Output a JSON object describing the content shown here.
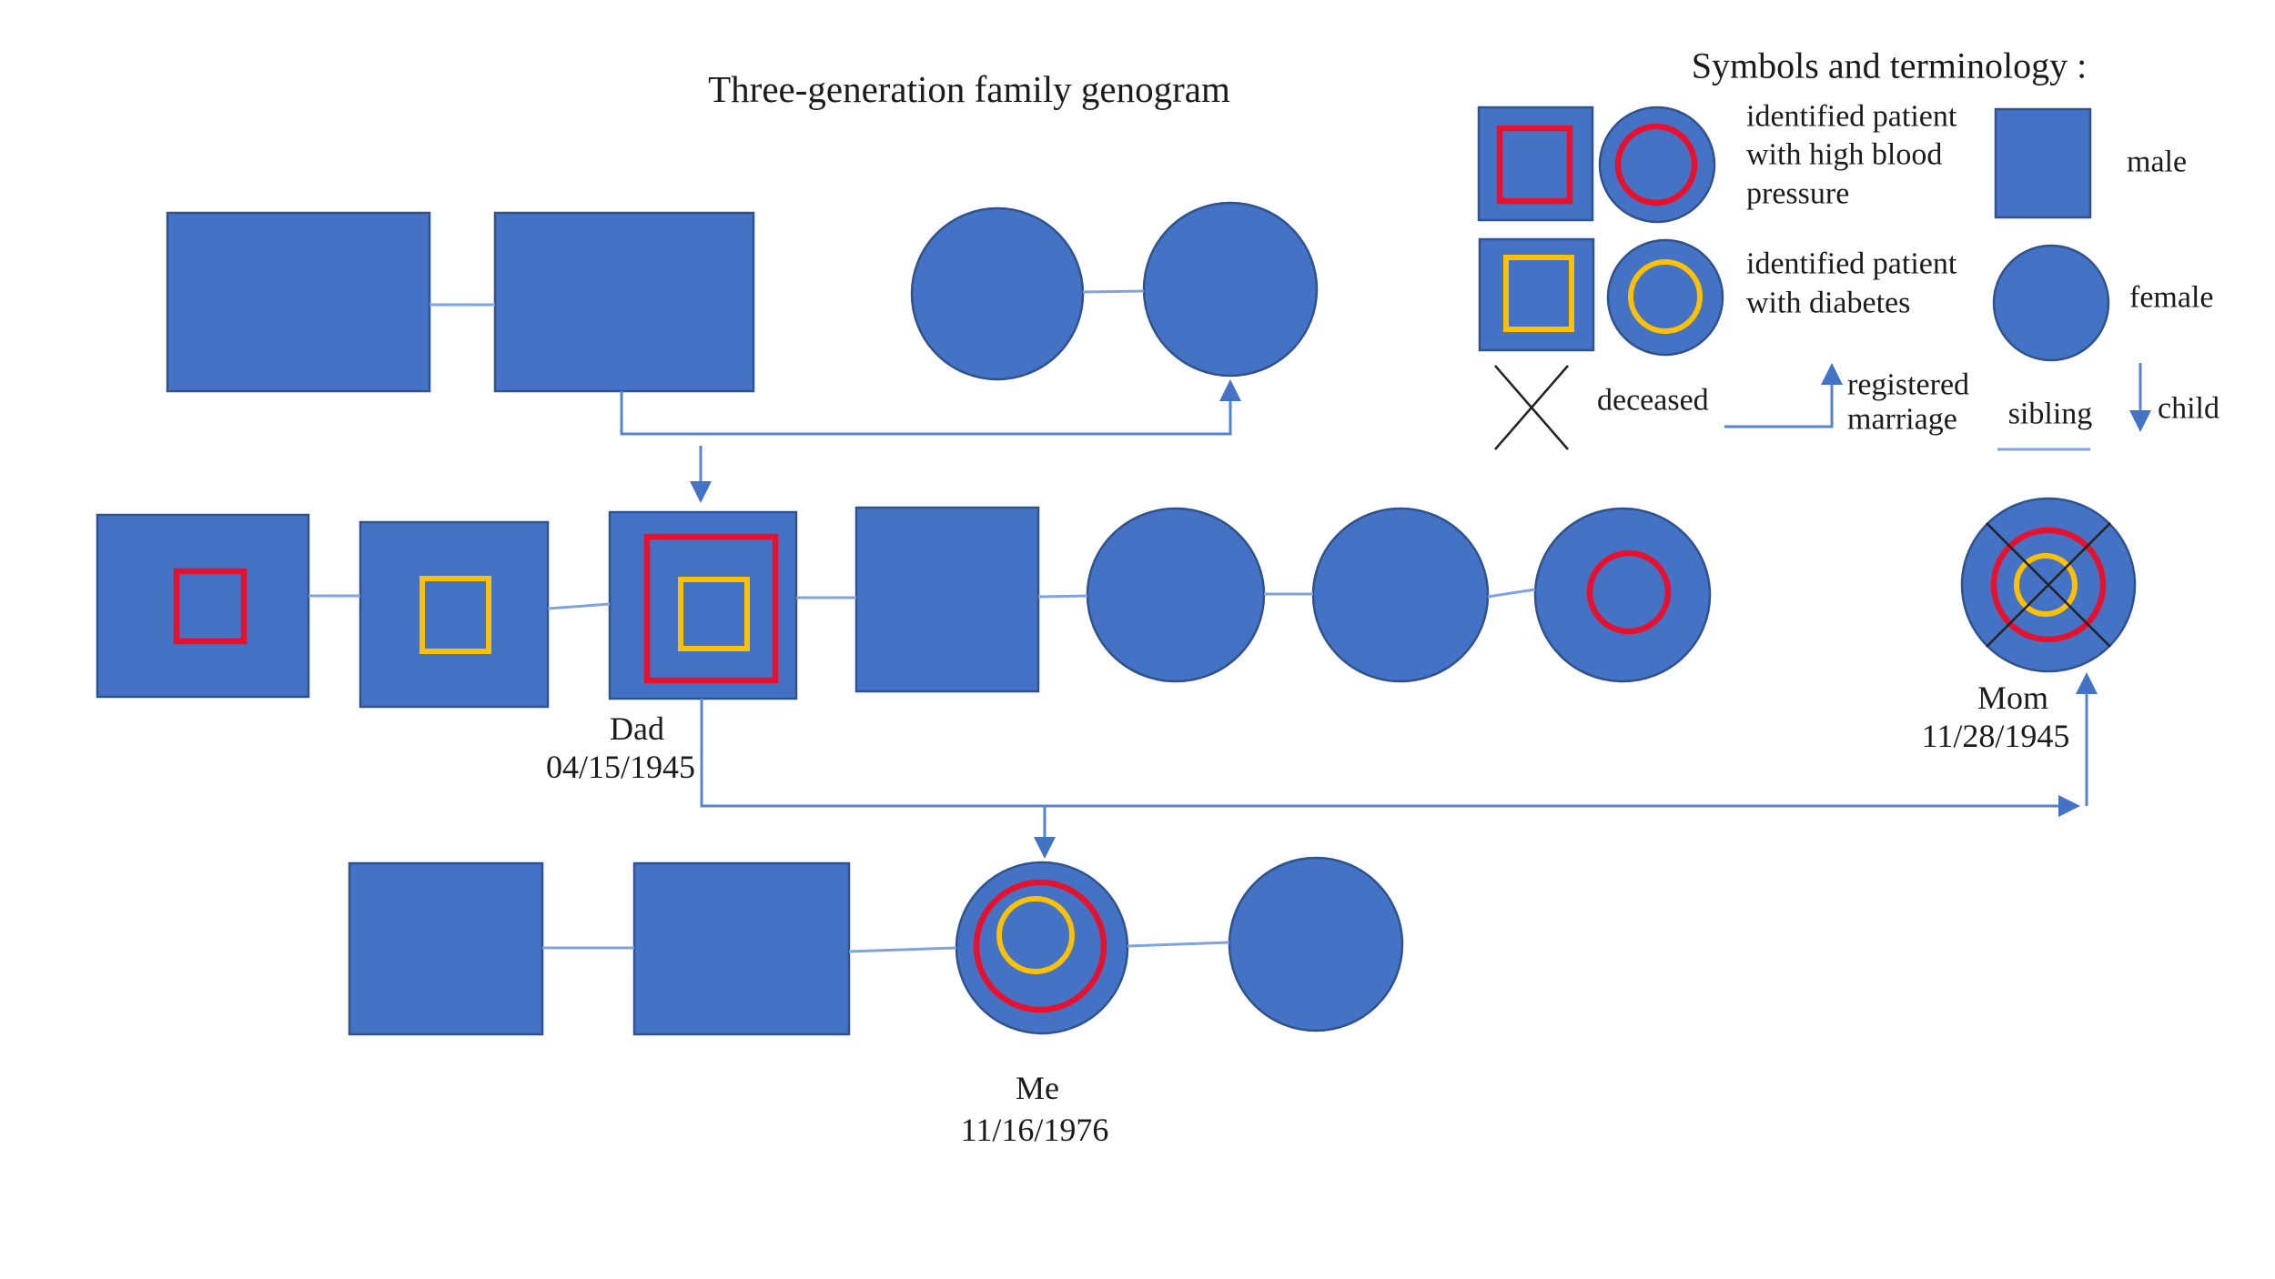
{
  "title": "Three-generation family genogram",
  "legend": {
    "title": "Symbols and terminology :",
    "hbp": {
      "line1": "identified patient",
      "line2": "with high blood",
      "line3": "pressure"
    },
    "diabetes": {
      "line1": "identified patient",
      "line2": "with diabetes"
    },
    "male": "male",
    "female": "female",
    "deceased": "deceased",
    "registered_marriage": {
      "line1": "registered",
      "line2": "marriage"
    },
    "sibling": "sibling",
    "child": "child"
  },
  "people": {
    "dad": {
      "name": "Dad",
      "dob": "04/15/1945"
    },
    "mom": {
      "name": "Mom",
      "dob": "11/28/1945"
    },
    "me": {
      "name": "Me",
      "dob": "11/16/1976"
    }
  },
  "colors": {
    "background": "#FFFFFF",
    "shape_fill": "#4472C4",
    "shape_border": "#2F528F",
    "high_blood_pressure_marker": "#E8112D",
    "diabetes_marker": "#FFC000",
    "connector": "#7FA3DC",
    "arrow": "#5585CE",
    "deceased_x": "#222222",
    "text": "#1B1B1B"
  }
}
